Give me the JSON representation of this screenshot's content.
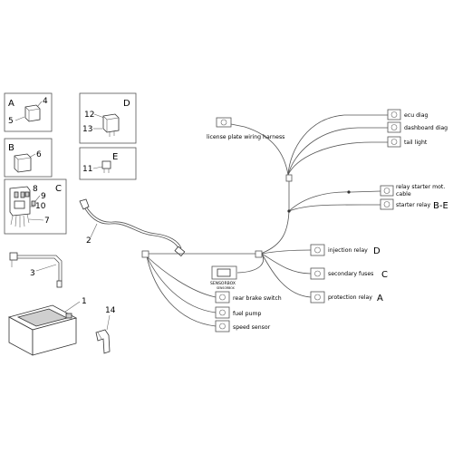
{
  "kits": {
    "A": {
      "letter": "A",
      "n1": "4",
      "n2": "5"
    },
    "B": {
      "letter": "B",
      "n1": "6"
    },
    "C": {
      "letter": "C",
      "n1": "8",
      "n2": "9",
      "n3": "10",
      "n4": "7"
    },
    "D": {
      "letter": "D",
      "n1": "12",
      "n2": "13"
    },
    "E": {
      "letter": "E",
      "n1": "11"
    }
  },
  "parts": {
    "cable": "2",
    "lead": "3",
    "battery": "1",
    "elbow": "14"
  },
  "harness": {
    "license": "license plate wiring harness",
    "ecu": "ecu diag",
    "dashboard": "dashboard diag",
    "tail": "tail light",
    "starter_mot": "relay starter mot.",
    "cable_word": "cable",
    "starter_relay": "starter relay",
    "starter_letter": "B-E",
    "injection": "injection relay",
    "injection_letter": "D",
    "secondary": "secondary fuses",
    "secondary_letter": "C",
    "protection": "protection relay",
    "protection_letter": "A",
    "rear_brake": "rear brake switch",
    "fuel": "fuel pump",
    "speed": "speed sensor",
    "sensorbox": "SENSORBOX",
    "sensorbox_sub": "SENSORBOX"
  }
}
